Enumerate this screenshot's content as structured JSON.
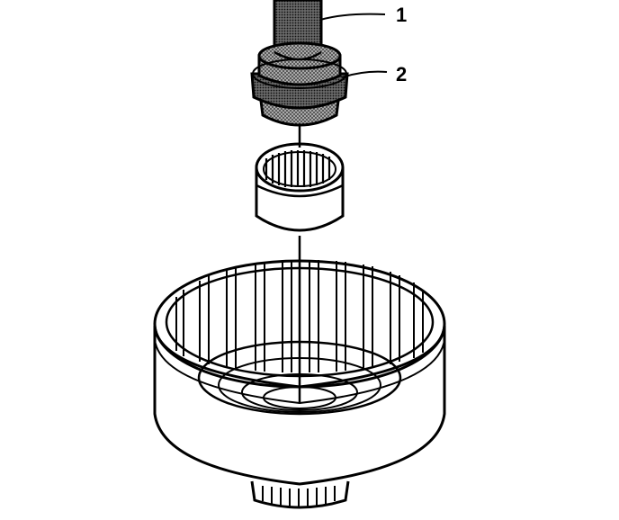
{
  "callouts": [
    {
      "number": "1",
      "part": "installer-handle"
    },
    {
      "number": "2",
      "part": "installer-head"
    }
  ],
  "colors": {
    "line": "#000000",
    "fill": "#ffffff",
    "stipple": "#7a7a7a"
  },
  "components": [
    "installer-handle",
    "installer-head",
    "needle-bearing",
    "clutch-housing"
  ]
}
